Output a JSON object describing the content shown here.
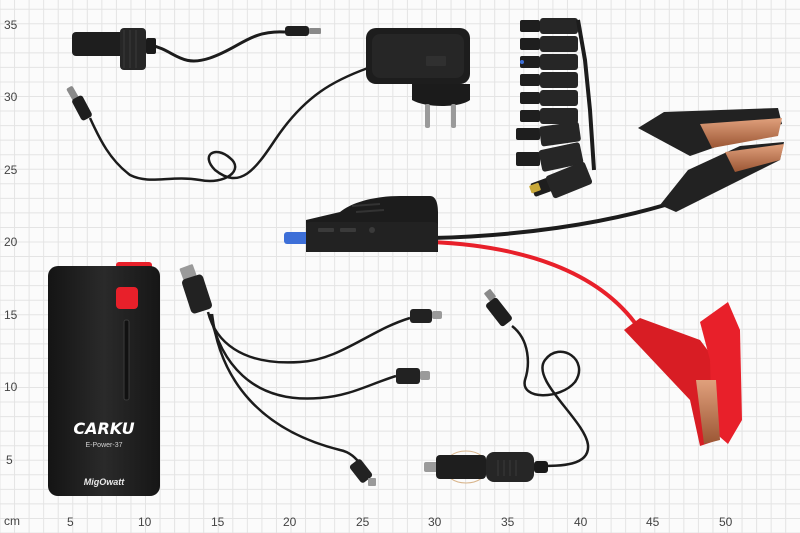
{
  "ruler": {
    "unit": "cm",
    "x_ticks": [
      "5",
      "10",
      "15",
      "20",
      "25",
      "30",
      "35",
      "40",
      "45",
      "50"
    ],
    "y_ticks": [
      "35",
      "30",
      "25",
      "20",
      "15",
      "10",
      "5"
    ]
  },
  "power_bank": {
    "brand": "CARKU",
    "model": "E-Power-37",
    "capacity": "MigOwatt"
  },
  "colors": {
    "background": "#fbfbfb",
    "grid": "#e4e4e4",
    "device": "#1b1b1b",
    "accent_red": "#e8202a",
    "clip_copper": "#c47a55",
    "connector_blue": "#3d6fd8"
  },
  "items": [
    "power-bank",
    "cigarette-socket-adapter",
    "wall-charger",
    "laptop-tips-set",
    "jumper-clamp-black",
    "jumper-clamp-red",
    "booster-cable-box",
    "usb-multi-cable",
    "car-charger"
  ]
}
